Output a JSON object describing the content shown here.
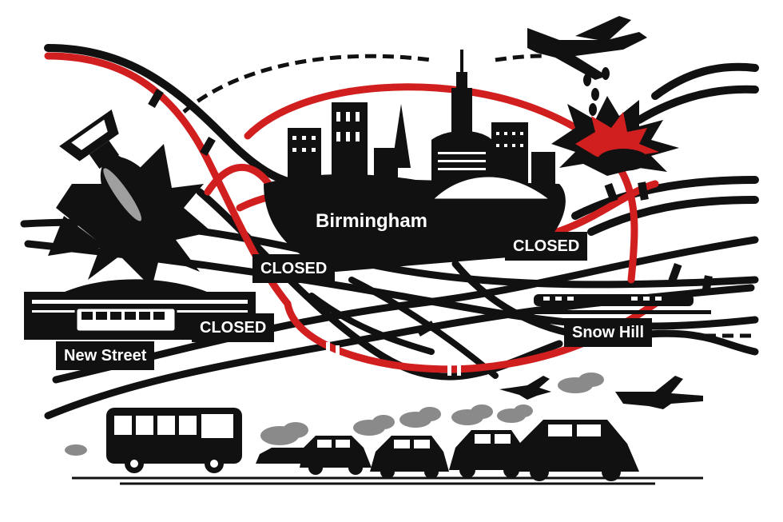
{
  "colors": {
    "ink": "#111111",
    "accent_red": "#d11f1f",
    "smoke_gray": "#8a8a8a",
    "background": "#ffffff"
  },
  "labels": {
    "city": "Birmingham",
    "closed_left": "CLOSED",
    "closed_mid": "CLOSED",
    "closed_right": "CLOSED",
    "station_new_street": "New Street",
    "station_snow_hill": "Snow Hill"
  },
  "icons": [
    "bomb-icon",
    "explosion-icon",
    "plane-icon",
    "bus-icon",
    "car-icon",
    "train-icon",
    "smoke-icon",
    "skyline-icon"
  ]
}
